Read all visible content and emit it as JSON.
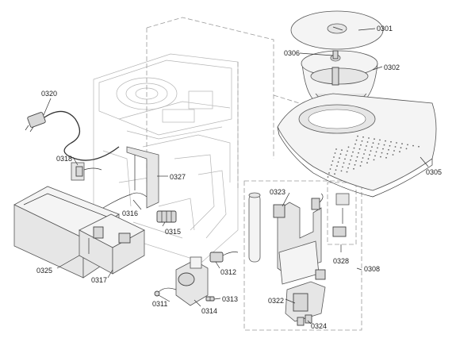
{
  "diagram": {
    "labels": {
      "p0301": "0301",
      "p0302": "0302",
      "p0305": "0305",
      "p0306": "0306",
      "p0308": "0308",
      "p0311": "0311",
      "p0312": "0312",
      "p0313": "0313",
      "p0314": "0314",
      "p0315": "0315",
      "p0316": "0316",
      "p0317": "0317",
      "p0318": "0318",
      "p0320": "0320",
      "p0322": "0322",
      "p0323": "0323",
      "p0324": "0324",
      "p0325": "0325",
      "p0327": "0327",
      "p0328": "0328"
    }
  }
}
